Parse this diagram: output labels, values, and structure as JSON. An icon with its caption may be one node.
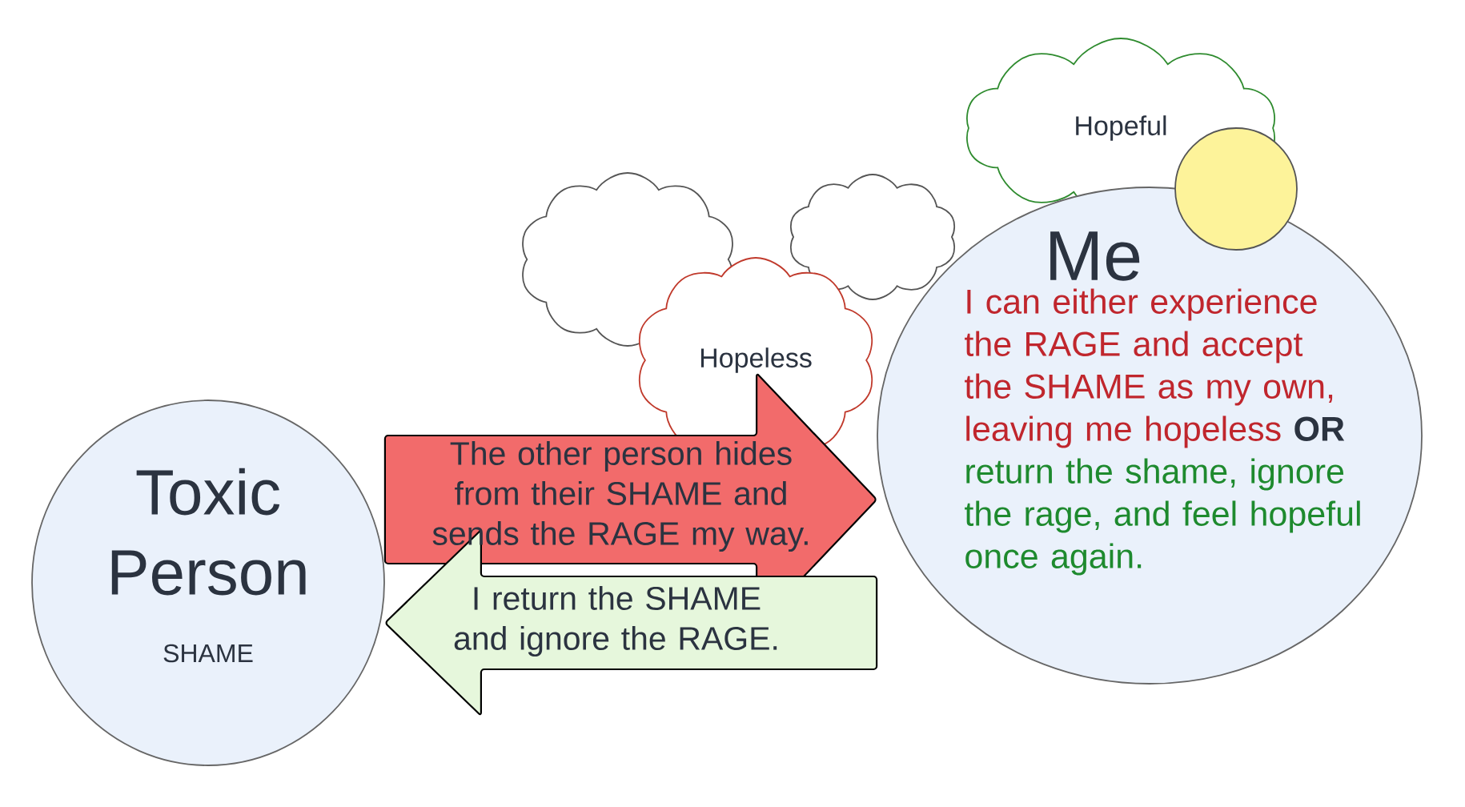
{
  "diagram": {
    "nodes": [
      {
        "text": [
          "Toxic Person",
          "SHAME"
        ]
      },
      {
        "text": [],
        "shape": "cloud"
      },
      {
        "text": [],
        "shape": "cloud"
      },
      {
        "text": [
          "Hopeless"
        ]
      },
      {
        "text": [
          "Hopeful"
        ]
      },
      {
        "text": [
          "Me",
          "I can either experience the RAGE and accept the SHAME as my own, leaving me hopeless",
          "OR",
          "return the shame, ignore the rage, and feel hopeful once again."
        ]
      }
    ],
    "edges": [
      {
        "from": 0,
        "to": 5,
        "arrow": "to",
        "label": "The other person hides from their SHAME and sends the RAGE my way.",
        "color": "#f26b6b"
      },
      {
        "from": 5,
        "to": 0,
        "arrow": "to",
        "label": "I return the SHAME and ignore the RAGE.",
        "color": "#e6f7dc"
      }
    ]
  }
}
